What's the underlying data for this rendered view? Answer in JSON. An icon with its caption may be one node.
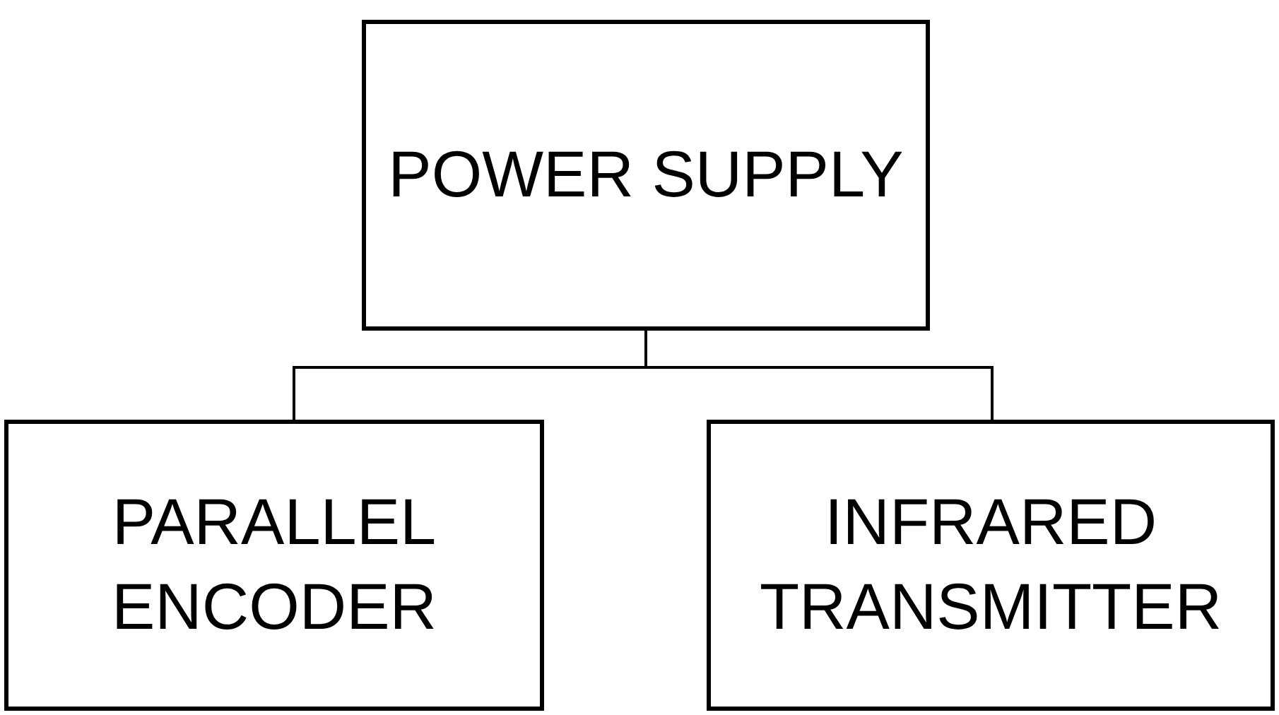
{
  "diagram": {
    "nodes": [
      {
        "text": [
          "POWER SUPPLY"
        ]
      },
      {
        "text": [
          "PARALLEL ENCODER"
        ]
      },
      {
        "text": [
          "INFRARED TRANSMITTER"
        ]
      }
    ],
    "edges": [
      {
        "from": 0,
        "to": 1,
        "arrow": "none"
      },
      {
        "from": 0,
        "to": 2,
        "arrow": "none"
      }
    ]
  }
}
